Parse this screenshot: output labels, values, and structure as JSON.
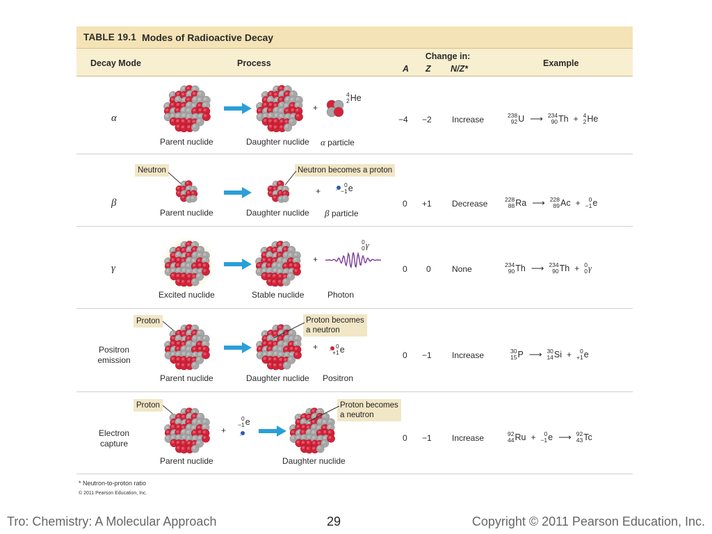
{
  "table": {
    "number": "TABLE 19.1",
    "name": "Modes of Radioactive Decay",
    "headers": {
      "decay_mode": "Decay Mode",
      "process": "Process",
      "change_in": "Change in:",
      "a": "A",
      "z": "Z",
      "nz": "N/Z*",
      "example": "Example"
    },
    "rows": [
      {
        "mode": "α",
        "captions": [
          "Parent nuclide",
          "Daughter nuclide",
          "particle"
        ],
        "particle_symbol": "α",
        "particle_label": {
          "sup": "4",
          "sub": "2",
          "sym": "He"
        },
        "delta_a": "−4",
        "delta_z": "−2",
        "nz": "Increase",
        "example": {
          "parent": {
            "sup": "238",
            "sub": "92",
            "sym": "U"
          },
          "daughter": {
            "sup": "234",
            "sub": "90",
            "sym": "Th"
          },
          "emitted": {
            "sup": "4",
            "sub": "2",
            "sym": "He"
          }
        }
      },
      {
        "mode": "β",
        "callouts": [
          "Neutron",
          "Neutron becomes a proton"
        ],
        "captions": [
          "Parent nuclide",
          "Daughter nuclide",
          "particle"
        ],
        "particle_symbol": "β",
        "particle_label": {
          "sup": "0",
          "sub": "−1",
          "sym": "e"
        },
        "delta_a": "0",
        "delta_z": "+1",
        "nz": "Decrease",
        "example": {
          "parent": {
            "sup": "228",
            "sub": "88",
            "sym": "Ra"
          },
          "daughter": {
            "sup": "228",
            "sub": "89",
            "sym": "Ac"
          },
          "emitted": {
            "sup": "0",
            "sub": "−1",
            "sym": "e"
          }
        }
      },
      {
        "mode": "γ",
        "captions": [
          "Excited nuclide",
          "Stable nuclide",
          "Photon"
        ],
        "particle_label": {
          "sup": "0",
          "sub": "0",
          "sym": "γ"
        },
        "delta_a": "0",
        "delta_z": "0",
        "nz": "None",
        "example": {
          "parent": {
            "sup": "234",
            "sub": "90",
            "sym": "Th"
          },
          "daughter": {
            "sup": "234",
            "sub": "90",
            "sym": "Th"
          },
          "emitted": {
            "sup": "0",
            "sub": "0",
            "sym": "γ"
          }
        }
      },
      {
        "mode_line1": "Positron",
        "mode_line2": "emission",
        "callouts": [
          "Proton",
          "Proton becomes",
          "a neutron"
        ],
        "captions": [
          "Parent nuclide",
          "Daughter nuclide",
          "Positron"
        ],
        "particle_label": {
          "sup": "0",
          "sub": "+1",
          "sym": "e"
        },
        "delta_a": "0",
        "delta_z": "−1",
        "nz": "Increase",
        "example": {
          "parent": {
            "sup": "30",
            "sub": "15",
            "sym": "P"
          },
          "daughter": {
            "sup": "30",
            "sub": "14",
            "sym": "Si"
          },
          "emitted": {
            "sup": "0",
            "sub": "+1",
            "sym": "e"
          }
        }
      },
      {
        "mode_line1": "Electron",
        "mode_line2": "capture",
        "callouts": [
          "Proton",
          "Proton becomes",
          "a neutron"
        ],
        "captions": [
          "Parent nuclide",
          "Daughter nuclide"
        ],
        "particle_label": {
          "sup": "0",
          "sub": "−1",
          "sym": "e"
        },
        "delta_a": "0",
        "delta_z": "−1",
        "nz": "Increase",
        "example": {
          "parent": {
            "sup": "92",
            "sub": "44",
            "sym": "Ru"
          },
          "captured": {
            "sup": "0",
            "sub": "−1",
            "sym": "e"
          },
          "daughter": {
            "sup": "92",
            "sub": "43",
            "sym": "Tc"
          }
        }
      }
    ],
    "plus": "+",
    "arrow": "⟶",
    "footnote": "* Neutron-to-proton ratio",
    "copyright_small": "© 2011 Pearson Education, Inc."
  },
  "footer": {
    "left": "Tro: Chemistry: A Molecular Approach",
    "page": "29",
    "right": "Copyright © 2011 Pearson Education, Inc."
  },
  "colors": {
    "title_bg": "#f4e3b6",
    "header_bg": "#f8eed0",
    "proton": "#d4233a",
    "neutron": "#a7a7a7",
    "arrow": "#2a9fd8",
    "photon_wave": "#7a3a94",
    "callout_bg": "#f1e6c6"
  }
}
